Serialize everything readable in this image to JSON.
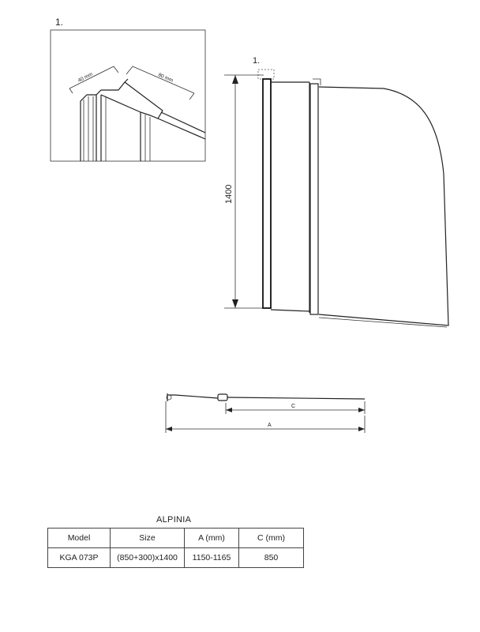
{
  "detail": {
    "number": "1.",
    "dim_left": "40 mm",
    "dim_right": "80 mm"
  },
  "front_view": {
    "callout": "1.",
    "height_label": "1400"
  },
  "top_view": {
    "dim_c": "C",
    "dim_a": "A"
  },
  "table": {
    "title": "ALPINIA",
    "headers": [
      "Model",
      "Size",
      "A (mm)",
      "C (mm)"
    ],
    "rows": [
      [
        "KGA 073P",
        "(850+300)x1400",
        "1150-1165",
        "850"
      ]
    ]
  }
}
